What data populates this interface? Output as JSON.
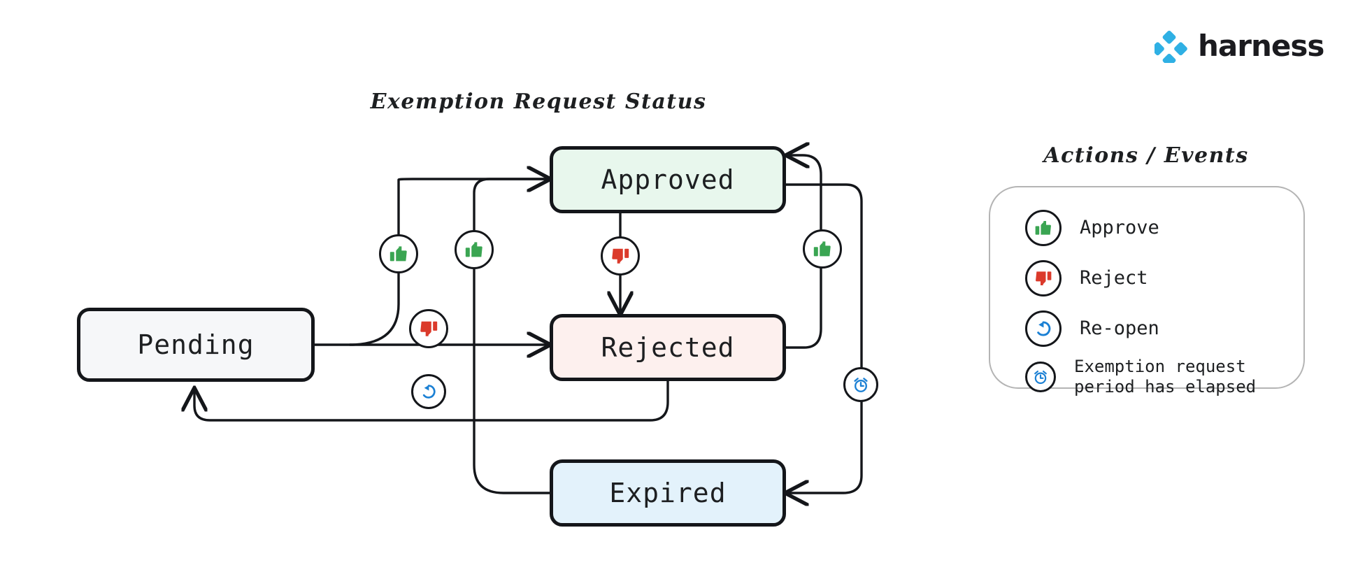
{
  "brand": {
    "name": "harness",
    "logo_icon": "harness-diamond-logo",
    "logo_color": "#2fb0e4",
    "text_color": "#1b1b1f"
  },
  "diagram": {
    "title": "Exemption Request Status",
    "nodes": [
      {
        "id": "pending",
        "label": "Pending",
        "fill": "#f6f7f9"
      },
      {
        "id": "approved",
        "label": "Approved",
        "fill": "#e8f7ed"
      },
      {
        "id": "rejected",
        "label": "Rejected",
        "fill": "#fdf0ee"
      },
      {
        "id": "expired",
        "label": "Expired",
        "fill": "#e3f2fb"
      }
    ],
    "edges": [
      {
        "id": "pending-approve",
        "from": "pending",
        "to": "approved",
        "icon": "thumbs-up-icon",
        "action": "Approve"
      },
      {
        "id": "pending-reject",
        "from": "pending",
        "to": "rejected",
        "icon": "thumbs-down-icon",
        "action": "Reject"
      },
      {
        "id": "approved-reject",
        "from": "approved",
        "to": "rejected",
        "icon": "thumbs-down-icon",
        "action": "Reject"
      },
      {
        "id": "rejected-approve",
        "from": "rejected",
        "to": "approved",
        "icon": "thumbs-up-icon",
        "action": "Approve"
      },
      {
        "id": "expired-approve",
        "from": "expired",
        "to": "approved",
        "icon": "thumbs-up-icon",
        "action": "Approve"
      },
      {
        "id": "rejected-reopen",
        "from": "rejected",
        "to": "pending",
        "icon": "reopen-icon",
        "action": "Re-open"
      },
      {
        "id": "approved-expire",
        "from": "approved",
        "to": "expired",
        "icon": "alarm-clock-icon",
        "action": "Exemption request period has elapsed"
      }
    ]
  },
  "legend": {
    "title": "Actions / Events",
    "items": [
      {
        "icon": "thumbs-up-icon",
        "label": "Approve",
        "color": "#3aa552"
      },
      {
        "icon": "thumbs-down-icon",
        "label": "Reject",
        "color": "#db3a2b"
      },
      {
        "icon": "reopen-icon",
        "label": "Re-open",
        "color": "#1b80d4"
      },
      {
        "icon": "alarm-clock-icon",
        "label": "Exemption request\nperiod has elapsed",
        "color": "#1b80d4"
      }
    ]
  },
  "colors": {
    "stroke": "#14161a",
    "background": "#ffffff",
    "panel_border": "#b4b4b4",
    "green": "#3aa552",
    "red": "#db3a2b",
    "blue": "#1b80d4"
  }
}
